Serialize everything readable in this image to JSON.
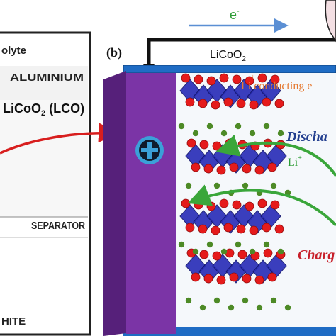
{
  "left_panel": {
    "electrolyte": "olyte",
    "aluminium": "ALUMINIUM",
    "lco_prefix": "LiCoO",
    "lco_sub": "2",
    "lco_suffix": " (LCO)",
    "separator": "SEPARATOR",
    "graphite": "HITE"
  },
  "right_panel": {
    "panel_label": "(b)",
    "electron": "e",
    "electron_sup": "-",
    "cathode_prefix": "LiCoO",
    "cathode_sub": "2",
    "conducting": "Li conducting e",
    "conducting_sup": "+",
    "plus_symbol": "+",
    "discharge": "Discha",
    "liion": "Li",
    "liion_sup": "+",
    "charge": "Charg"
  },
  "colors": {
    "electron_arrow": "#5b8fd4",
    "current_collector": "#1f6cc4",
    "cathode_block": "#7b34a6",
    "cathode_side": "#56207a",
    "octahedra": "#2b2fb8",
    "oxygen": "#e51b1b",
    "lithium": "#4d8a26",
    "red_arrow": "#d81e1e",
    "green_arrow": "#3aa63a",
    "discharge_text": "#233f8f",
    "charge_text": "#c8202a",
    "conducting_text": "#e57a32"
  }
}
